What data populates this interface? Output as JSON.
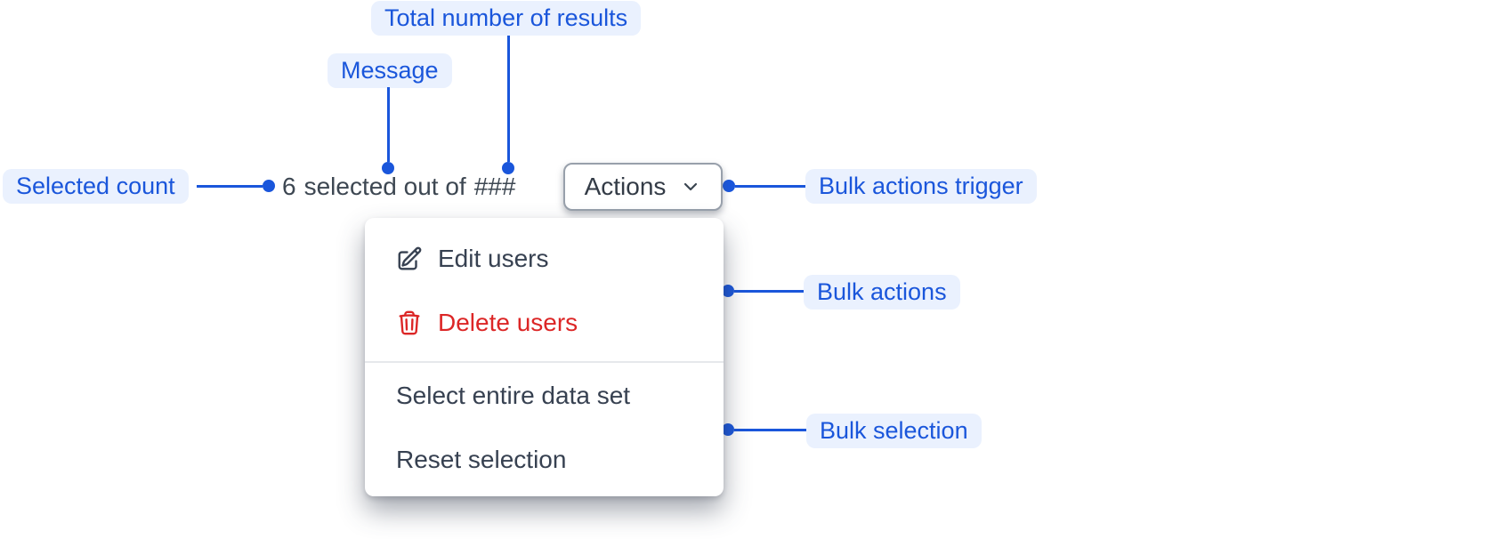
{
  "annotations": {
    "total_results": {
      "label": "Total number of results"
    },
    "message": {
      "label": "Message"
    },
    "selected_count": {
      "label": "Selected count"
    },
    "bulk_actions_trigger": {
      "label": "Bulk actions trigger"
    },
    "bulk_actions": {
      "label": "Bulk actions"
    },
    "bulk_selection": {
      "label": "Bulk selection"
    }
  },
  "selection_bar": {
    "selected_count": "6",
    "message": "selected out of",
    "total_placeholder": "###",
    "actions_button_label": "Actions"
  },
  "bulk_actions_menu": {
    "items": [
      {
        "label": "Edit users",
        "icon": "pencil-square-icon",
        "variant": "default"
      },
      {
        "label": "Delete users",
        "icon": "trash-icon",
        "variant": "danger"
      },
      {
        "type": "divider"
      },
      {
        "label": "Select entire data set",
        "variant": "default"
      },
      {
        "label": "Reset selection",
        "variant": "default"
      }
    ]
  },
  "colors": {
    "annotation_text": "#1A56DB",
    "annotation_background": "#EAF1FE",
    "connector_blue": "#1A56DB",
    "text_dark": "#374151",
    "danger_red": "#DC2626",
    "button_border": "#98A0AB",
    "divider_gray": "#E6E8EB"
  }
}
